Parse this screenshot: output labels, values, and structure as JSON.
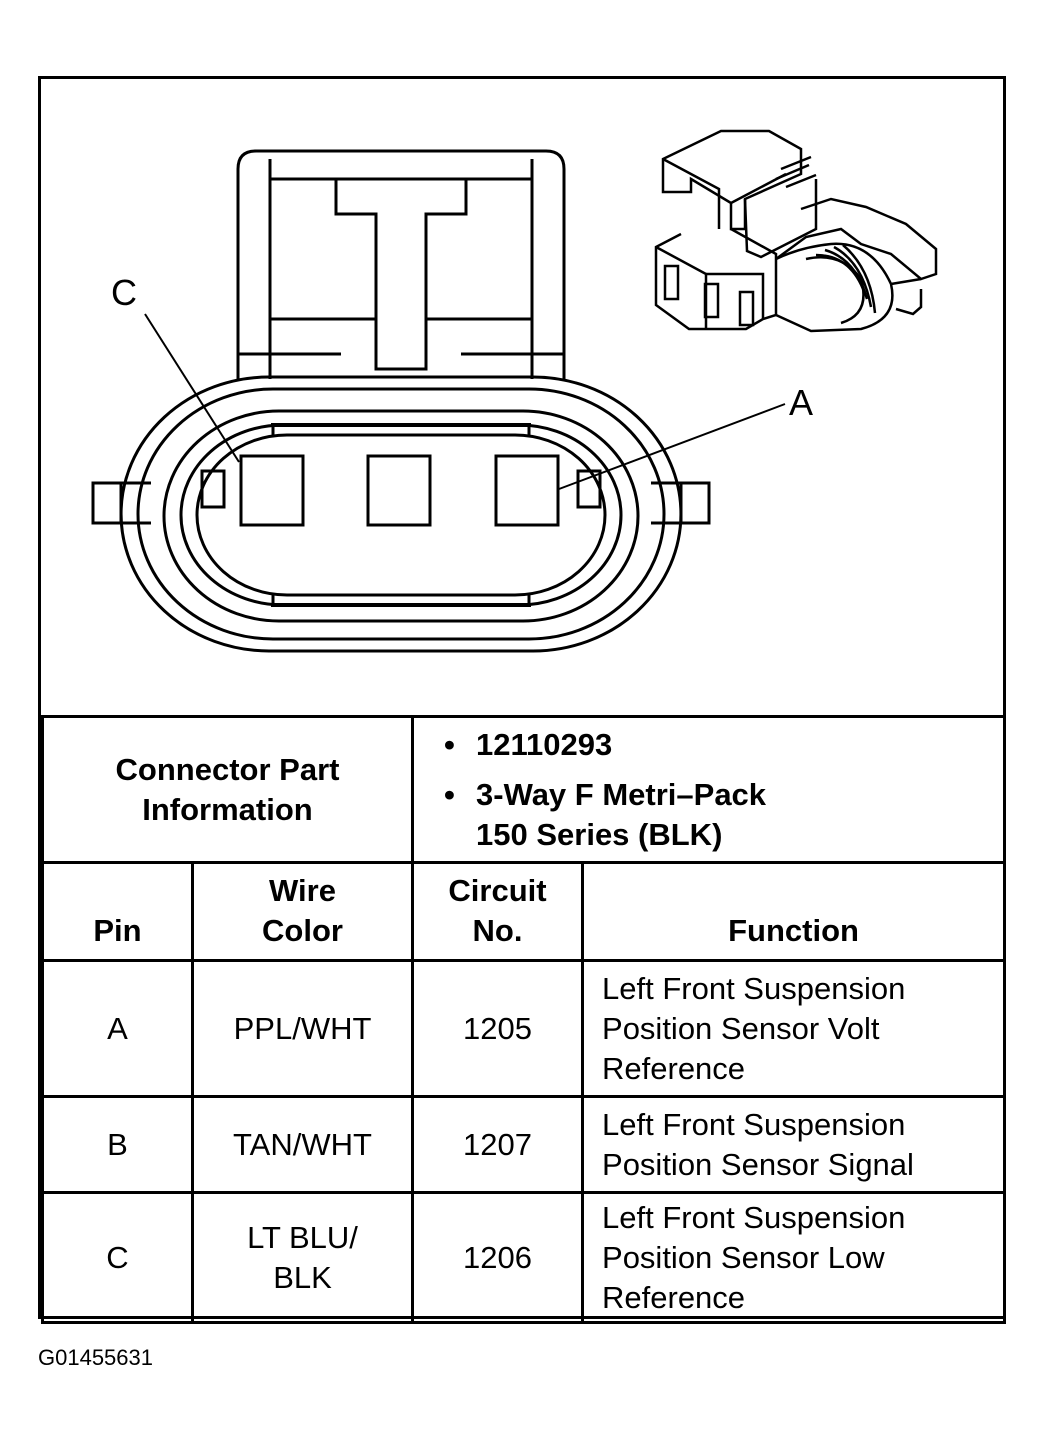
{
  "callouts": {
    "c": "C",
    "a": "A"
  },
  "connector_info": {
    "label_line1": "Connector Part",
    "label_line2": "Information",
    "part_number": "12110293",
    "description_line1": "3-Way F Metri–Pack",
    "description_line2": "150 Series (BLK)",
    "bullet": "•"
  },
  "table": {
    "headers": {
      "pin": "Pin",
      "wire_line1": "Wire",
      "wire_line2": "Color",
      "circuit_line1": "Circuit",
      "circuit_line2": "No.",
      "function": "Function"
    },
    "rows": [
      {
        "pin": "A",
        "wire_line1": "PPL/WHT",
        "wire_line2": "",
        "circuit": "1205",
        "function_lines": [
          "Left Front Suspension",
          "Position Sensor Volt",
          "Reference"
        ]
      },
      {
        "pin": "B",
        "wire_line1": "TAN/WHT",
        "wire_line2": "",
        "circuit": "1207",
        "function_lines": [
          "Left Front Suspension",
          "Position Sensor Signal",
          ""
        ]
      },
      {
        "pin": "C",
        "wire_line1": "LT BLU/",
        "wire_line2": "BLK",
        "circuit": "1206",
        "function_lines": [
          "Left Front Suspension",
          "Position Sensor Low",
          "Reference"
        ]
      }
    ]
  },
  "figure_id": "G01455631"
}
